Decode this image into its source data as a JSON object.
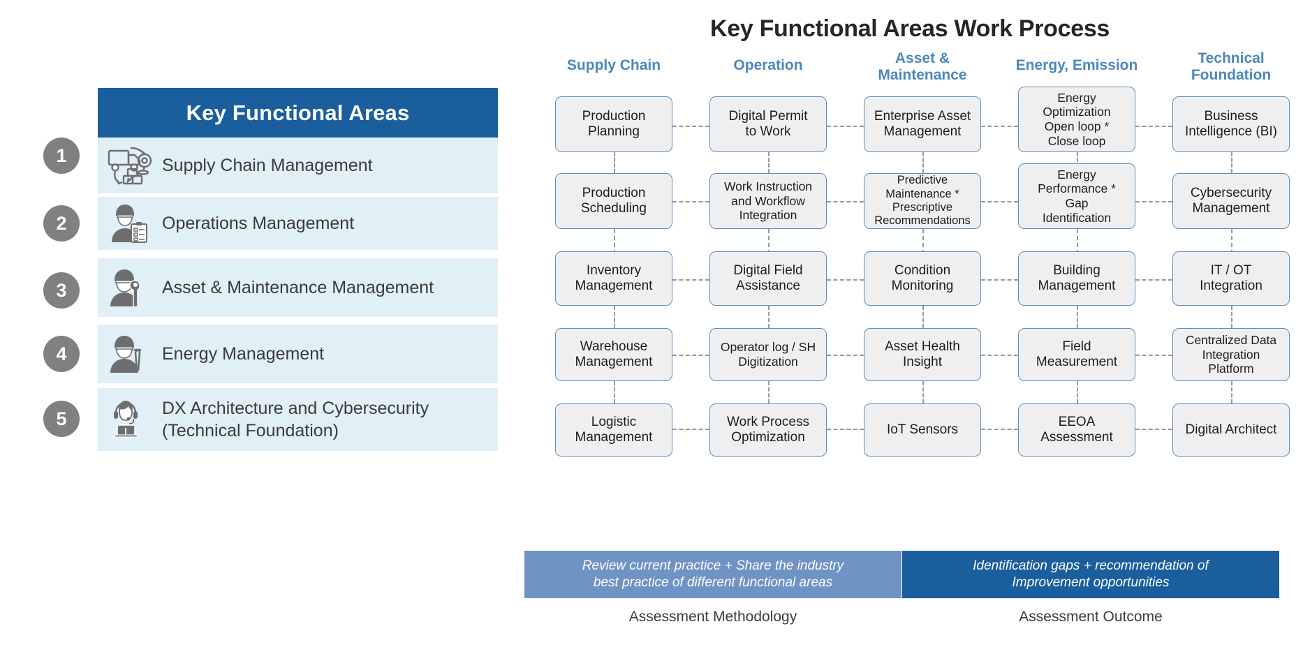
{
  "left_panel": {
    "header_title": "Key Functional Areas",
    "header_color": "#1b5e9e",
    "row_color": "#e1eff7",
    "badge_color": "#808080",
    "items": [
      {
        "number": "1",
        "label": "Supply Chain Management",
        "icon": "truck-delivery-icon"
      },
      {
        "number": "2",
        "label": "Operations Management",
        "icon": "worker-clipboard-icon"
      },
      {
        "number": "3",
        "label": "Asset & Maintenance Management",
        "icon": "worker-wrench-icon"
      },
      {
        "number": "4",
        "label": "Energy Management",
        "icon": "worker-pliers-icon"
      },
      {
        "number": "5",
        "label": "DX Architecture and Cybersecurity\n(Technical Foundation)",
        "label_line1": "DX Architecture and Cybersecurity",
        "label_line2": "(Technical Foundation)",
        "icon": "headset-laptop-icon"
      }
    ]
  },
  "main": {
    "title": "Key Functional Areas Work Process",
    "header_color": "#4b87bd",
    "node_fill": "#efefef",
    "node_border": "#5b8fc0",
    "columns": [
      {
        "header": "Supply Chain",
        "header_lines": [
          "Supply Chain"
        ],
        "nodes": [
          "Production\nPlanning",
          "Production\nScheduling",
          "Inventory\nManagement",
          "Warehouse\nManagement",
          "Logistic\nManagement"
        ]
      },
      {
        "header": "Operation",
        "header_lines": [
          "Operation"
        ],
        "nodes": [
          "Digital Permit\nto Work",
          "Work Instruction\nand Workflow\nIntegration",
          "Digital Field\nAssistance",
          "Operator log / SH\nDigitization",
          "Work Process\nOptimization"
        ]
      },
      {
        "header": "Asset & Maintenance",
        "header_lines": [
          "Asset &",
          "Maintenance"
        ],
        "nodes": [
          "Enterprise Asset\nManagement",
          "Predictive\nMaintenance *\nPrescriptive\nRecommendations",
          "Condition\nMonitoring",
          "Asset Health\nInsight",
          "IoT Sensors"
        ]
      },
      {
        "header": "Energy, Emission",
        "header_lines": [
          "Energy, Emission"
        ],
        "nodes": [
          "Energy\nOptimization\nOpen loop *\nClose loop",
          "Energy\nPerformance *\nGap\nIdentification",
          "Building\nManagement",
          "Field\nMeasurement",
          "EEOA\nAssessment"
        ]
      },
      {
        "header": "Technical Foundation",
        "header_lines": [
          "Technical",
          "Foundation"
        ],
        "nodes": [
          "Business\nIntelligence (BI)",
          "Cybersecurity\nManagement",
          "IT / OT\nIntegration",
          "Centralized Data\nIntegration\nPlatform",
          "Digital Architect"
        ]
      }
    ]
  },
  "footer": {
    "banners": [
      {
        "text": "Review current practice + Share the industry best practice of different functional areas",
        "line1": "Review current practice + Share the industry",
        "line2": "best practice of different functional areas",
        "caption": "Assessment Methodology",
        "color": "#6f93c4"
      },
      {
        "text": "Identification gaps + recommendation of Improvement opportunities",
        "line1": "Identification gaps + recommendation of",
        "line2": "Improvement opportunities",
        "caption": "Assessment Outcome",
        "color": "#1b5e9e"
      }
    ]
  }
}
